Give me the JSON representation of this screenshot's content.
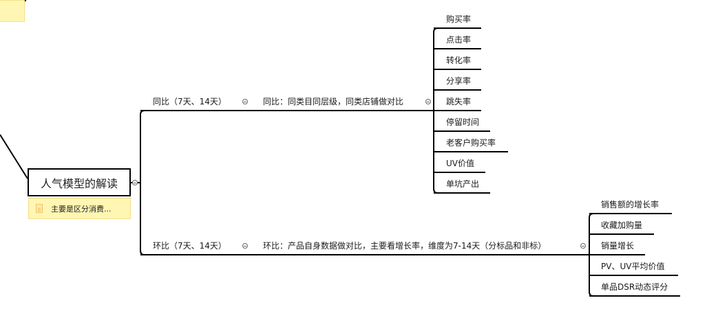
{
  "central_topic": {
    "label": "人气模型的解读",
    "note_preview": "主要是区分消费..."
  },
  "branches": [
    {
      "label": "同比（7天、14天）",
      "child": {
        "label": "同比：同类目同层级，同类店铺做对比",
        "items": [
          "购买率",
          "点击率",
          "转化率",
          "分享率",
          "跳失率",
          "停留时间",
          "老客户购买率",
          "UV价值",
          "单坑产出"
        ]
      }
    },
    {
      "label": "环比（7天、14天）",
      "child": {
        "label": "环比：产品自身数据做对比，主要看增长率，维度为7-14天（分标品和非标）",
        "items": [
          "销售额的增长率",
          "收藏加购量",
          "销量增长",
          "PV、UV平均价值",
          "单品DSR动态评分"
        ]
      }
    }
  ],
  "icons": {
    "collapse": "collapse-minus-icon",
    "note": "note-document-icon"
  },
  "colors": {
    "line": "#000000",
    "note_bg": "#fff6b3",
    "note_border": "#f3de8a"
  }
}
